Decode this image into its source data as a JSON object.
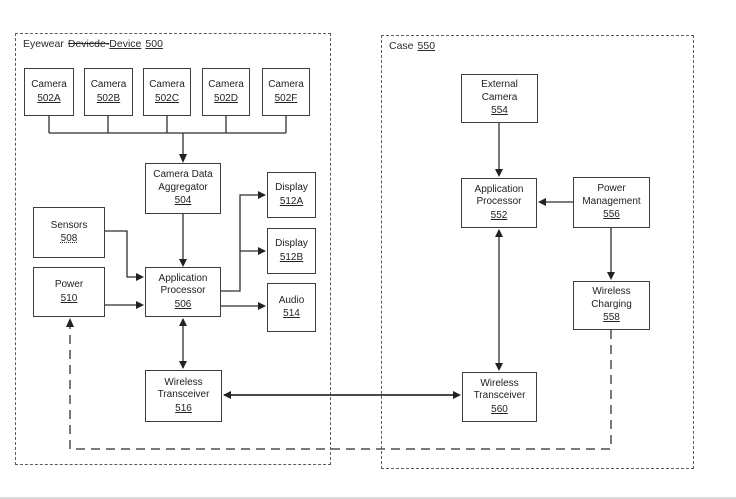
{
  "eyewear": {
    "title": {
      "prefix": "Eyewear",
      "struck": "Devicde-",
      "name": "Device",
      "num": "500"
    },
    "boxes": {
      "camera_a": {
        "label": "Camera",
        "num": "502A"
      },
      "camera_b": {
        "label": "Camera",
        "num": "502B"
      },
      "camera_c": {
        "label": "Camera",
        "num": "502C"
      },
      "camera_d": {
        "label": "Camera",
        "num": "502D"
      },
      "camera_f": {
        "label": "Camera",
        "num": "502F"
      },
      "aggregator": {
        "label": "Camera Data\nAggregator",
        "num": "504"
      },
      "sensors": {
        "label": "Sensors",
        "num": "508"
      },
      "power": {
        "label": "Power",
        "num": "510"
      },
      "app_processor": {
        "label": "Application\nProcessor",
        "num": "506"
      },
      "display_a": {
        "label": "Display",
        "num": "512A"
      },
      "display_b": {
        "label": "Display",
        "num": "512B"
      },
      "audio": {
        "label": "Audio",
        "num": "514"
      },
      "transceiver": {
        "label": "Wireless\nTransceiver",
        "num": "516"
      }
    }
  },
  "case": {
    "title": {
      "name": "Case",
      "num": "550"
    },
    "boxes": {
      "ext_camera": {
        "label": "External\nCamera",
        "num": "554"
      },
      "app_processor": {
        "label": "Application\nProcessor",
        "num": "552"
      },
      "power_mgmt": {
        "label": "Power\nManagement",
        "num": "556"
      },
      "wireless_charging": {
        "label": "Wireless\nCharging",
        "num": "558"
      },
      "transceiver": {
        "label": "Wireless\nTransceiver",
        "num": "560"
      }
    }
  },
  "colors": {
    "line": "#2f2f2f",
    "border": "#3d3d3d",
    "dashed_border": "#5b5b5b",
    "background": "#ffffff"
  }
}
